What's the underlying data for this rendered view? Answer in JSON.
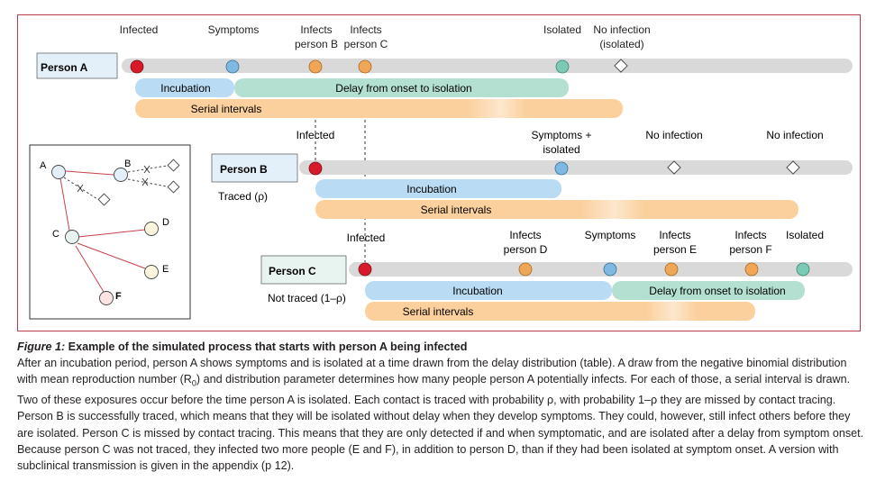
{
  "colors": {
    "frame": "#b83a4b",
    "infected_dot": "#d7192a",
    "infects_dot": "#f0a657",
    "symptoms_dot": "#7fb8e0",
    "isolated_dot": "#7cc9b5",
    "incubation_bar": "#b9dcf4",
    "delay_bar": "#b4e0d2",
    "serial_bar": "#fbd09d",
    "timeline": "#d9d9d9",
    "network_line": "#c8414a"
  },
  "person_a": {
    "name": "Person A",
    "events": {
      "infected": "Infected",
      "symptoms": "Symptoms",
      "infects_b_line1": "Infects",
      "infects_b_line2": "person B",
      "infects_c_line1": "Infects",
      "infects_c_line2": "person C",
      "isolated": "Isolated",
      "no_infection_line1": "No infection",
      "no_infection_line2": "(isolated)"
    },
    "bars": {
      "incubation": "Incubation",
      "delay": "Delay from onset to isolation",
      "serial": "Serial intervals"
    }
  },
  "person_b": {
    "name": "Person B",
    "status": "Traced (ρ)",
    "events": {
      "infected": "Infected",
      "symptoms_line1": "Symptoms +",
      "symptoms_line2": "isolated",
      "no_infection_1": "No infection",
      "no_infection_2": "No infection"
    },
    "bars": {
      "incubation": "Incubation",
      "serial": "Serial intervals"
    }
  },
  "person_c": {
    "name": "Person C",
    "status": "Not traced (1–ρ)",
    "events": {
      "infected": "Infected",
      "infects_d_line1": "Infects",
      "infects_d_line2": "person D",
      "symptoms": "Symptoms",
      "infects_e_line1": "Infects",
      "infects_e_line2": "person E",
      "infects_f_line1": "Infects",
      "infects_f_line2": "person F",
      "isolated": "Isolated"
    },
    "bars": {
      "incubation": "Incubation",
      "delay": "Delay from onset to isolation",
      "serial": "Serial intervals"
    }
  },
  "network": {
    "nodes": {
      "a": "A",
      "b": "B",
      "c": "C",
      "d": "D",
      "e": "E",
      "f": "F"
    }
  },
  "caption": {
    "figure_label": "Figure 1:",
    "title": " Example of the simulated process that starts with person A being infected",
    "body_1": "After an incubation period, person A shows symptoms and is isolated at a time drawn from the delay distribution (table). A draw from the negative binomial distribution with mean reproduction number (R",
    "body_sub": "0",
    "body_2": ") and distribution parameter determines how many people person A potentially infects. For each of those, a serial interval is drawn. Two of these exposures occur before the time person A is isolated. Each contact is traced with probability ρ, with probability 1–ρ they are missed by contact tracing. Person B is successfully traced, which means that they will be isolated without delay when they develop symptoms. They could, however, still infect others before they are isolated. Person C is missed by contact tracing. This means that they are only detected if and when symptomatic, and are isolated after a delay from symptom onset. Because person C was not traced, they infected two more people (E and F), in addition to person D, than if they had been isolated at symptom onset. A version with subclinical transmission is given in the appendix (p 12)."
  }
}
